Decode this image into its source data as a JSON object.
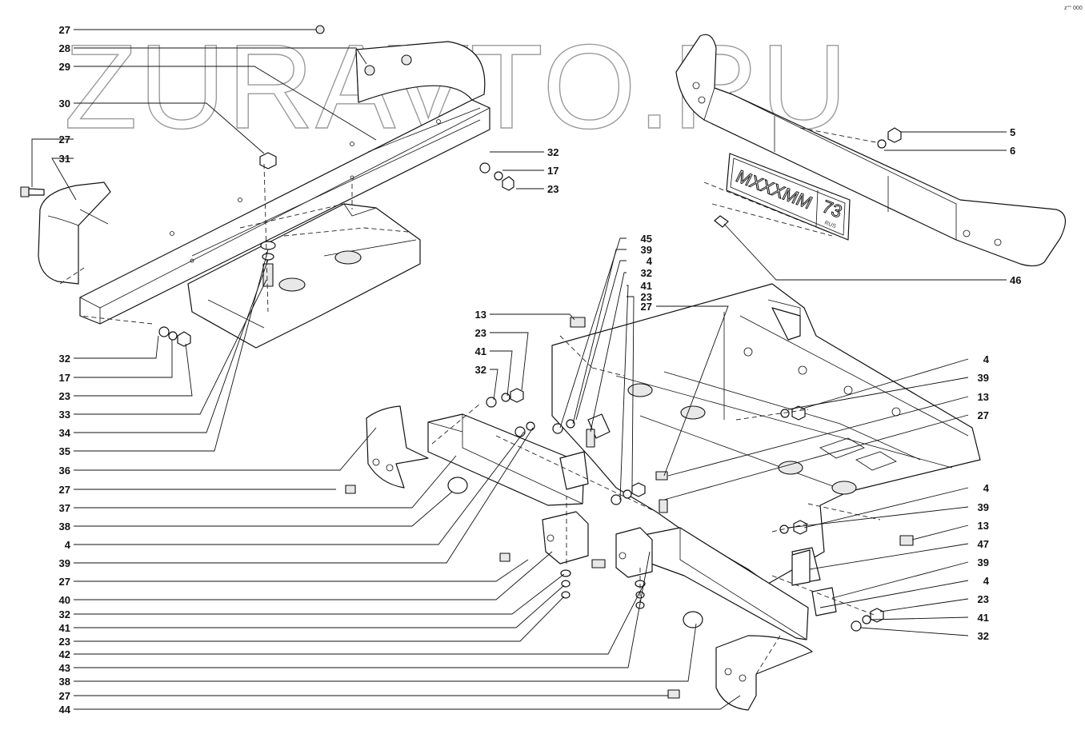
{
  "watermark": "ZURAVTO.RU",
  "plate_text": "MXXXMM",
  "plate_region": "73",
  "plate_rus": "RUS",
  "corner_mark": "z°° 000",
  "callouts_left": [
    "27",
    "28",
    "29",
    "30",
    "27",
    "31",
    "32",
    "17",
    "23",
    "33",
    "34",
    "35",
    "36",
    "27",
    "37",
    "38",
    "4",
    "39",
    "27",
    "40",
    "32",
    "41",
    "23",
    "42",
    "43",
    "38",
    "27",
    "44"
  ],
  "callouts_right_top": [
    "5",
    "6",
    "46"
  ],
  "callouts_upper_mid": [
    "32",
    "17",
    "23"
  ],
  "callouts_right": [
    "4",
    "39",
    "13",
    "27",
    "4",
    "39",
    "13",
    "47",
    "39",
    "4",
    "23",
    "41",
    "32"
  ],
  "callouts_mid_col": [
    "45",
    "39",
    "4",
    "32",
    "41",
    "23",
    "27"
  ],
  "callouts_mid_left": [
    "13",
    "23",
    "41",
    "32"
  ]
}
